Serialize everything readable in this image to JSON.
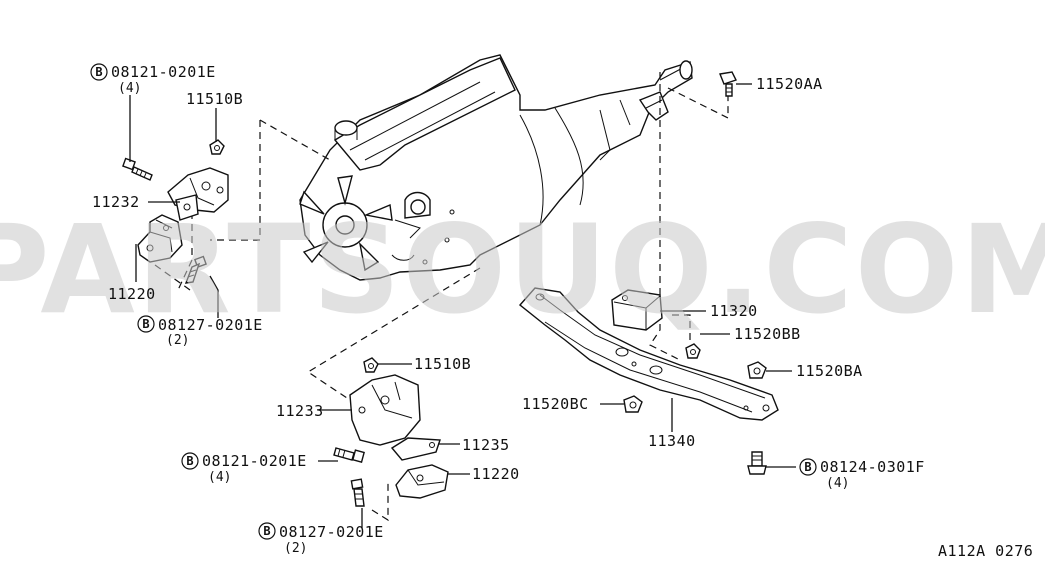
{
  "watermark": "PARTSOUQ.COM",
  "diagram_code": "A112A 0276",
  "callouts": {
    "bolt_08121_top": {
      "prefix": "B",
      "part": "08121-0201E",
      "qty": "(4)"
    },
    "nut_11510B_top": {
      "part": "11510B"
    },
    "bracket_11232": {
      "part": "11232"
    },
    "insulator_11220_left": {
      "part": "11220"
    },
    "bolt_08127_left": {
      "prefix": "B",
      "part": "08127-0201E",
      "qty": "(2)"
    },
    "nut_11510B_mid": {
      "part": "11510B"
    },
    "bracket_11233": {
      "part": "11233"
    },
    "plate_11235": {
      "part": "11235"
    },
    "insulator_11220_bottom": {
      "part": "11220"
    },
    "bolt_08121_bottom": {
      "prefix": "B",
      "part": "08121-0201E",
      "qty": "(4)"
    },
    "bolt_08127_bottom": {
      "prefix": "B",
      "part": "08127-0201E",
      "qty": "(2)"
    },
    "bolt_11520AA": {
      "part": "11520AA"
    },
    "insulator_11320": {
      "part": "11320"
    },
    "nut_11520BB": {
      "part": "11520BB"
    },
    "nut_11520BA": {
      "part": "11520BA"
    },
    "nut_11520BC": {
      "part": "11520BC"
    },
    "crossmember_11340": {
      "part": "11340"
    },
    "bolt_08124": {
      "prefix": "B",
      "part": "08124-0301F",
      "qty": "(4)"
    }
  }
}
